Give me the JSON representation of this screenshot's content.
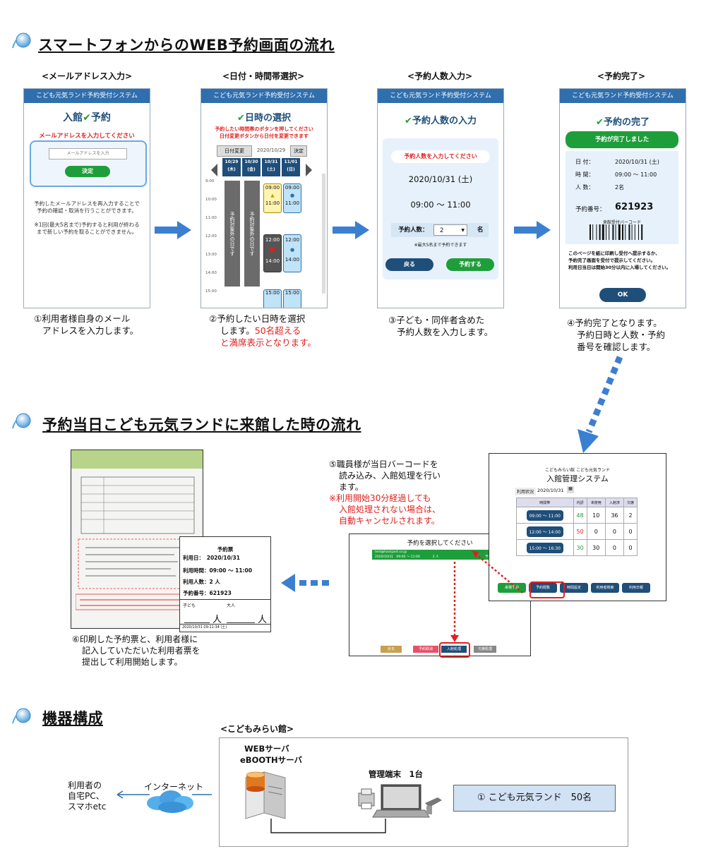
{
  "sections": {
    "s1": "スマートフォンからのWEB予約画面の流れ",
    "s2": "予約当日こども元気ランドに来館した時の流れ",
    "s3": "機器構成"
  },
  "steps": [
    {
      "head": "<メールアドレス入力>",
      "cap1": "①利用者様自身のメール",
      "cap2": "アドレスを入力します。"
    },
    {
      "head": "<日付・時間帯選択>",
      "cap1": "②予約したい日時を選択",
      "cap2": "します。",
      "cap2red": "50名超える",
      "cap3red": "と満席表示となります。"
    },
    {
      "head": "<予約人数入力>",
      "cap1": "③子ども・同伴者含めた",
      "cap2": "予約人数を入力します。"
    },
    {
      "head": "<予約完了>",
      "cap1": "④予約完了となります。",
      "cap2": "予約日時と人数・予約",
      "cap3": "番号を確認します。"
    }
  ],
  "phone_bar": "こども元気ランド予約受付システム",
  "p1": {
    "title": "入館",
    "title2": "予約",
    "prompt": "メールアドレスを入力してください",
    "placeholder": "メールアドレスを入力",
    "btn": "決定",
    "note1": "予約したメールアドレスを再入力することで",
    "note2": "予約の確認・取消を行うことができます。",
    "note3": "※1回(最大5名まで)予約すると利用が終わる",
    "note4": "まで新しい予約を取ることができません。"
  },
  "p2": {
    "title": "日時の選択",
    "red1": "予約したい時間帯のボタンを押してください",
    "red2": "日付変更ボタンから日付を変更できます",
    "date_btn": "日付変更",
    "date": "2020/10/29",
    "ok": "決定",
    "days": [
      "10/29\n(木)",
      "10/30\n(金)",
      "10/31\n(土)",
      "11/01\n(日)"
    ],
    "times": [
      "9:00",
      "10:00",
      "11:00",
      "12:00",
      "13:00",
      "14:00",
      "15:00"
    ],
    "closed": "予約対象外の日です",
    "slot_a": "09:00",
    "slot_b": "11:00",
    "slot_c": "12:00",
    "slot_d": "14:00",
    "slot_e": "15:00"
  },
  "p3": {
    "title": "予約人数の入力",
    "prompt": "予約人数を入力してください",
    "date": "2020/10/31 (土)",
    "time": "09:00 ～ 11:00",
    "label": "予約人数：",
    "value": "2",
    "unit": "名",
    "note": "※最大5名まで予約できます",
    "back": "戻る",
    "submit": "予約する"
  },
  "p4": {
    "title": "予約の完了",
    "done": "予約が完了しました",
    "rows": [
      {
        "k": "日 付：",
        "v": "2020/10/31 (土)"
      },
      {
        "k": "時 間：",
        "v": "09:00 ～ 11:00"
      },
      {
        "k": "人 数：",
        "v": "2名"
      }
    ],
    "num_label": "予約番号：",
    "num": "621923",
    "barcode_label": "来館受付バーコード",
    "note1": "このページを紙に印刷し受付へ提示するか、",
    "note2": "予約完了画面を受付で提示してください。",
    "note3": "利用日当日は開始30分以内に入場してください。",
    "ok": "OK"
  },
  "flow2": {
    "c5_1": "⑤職員様が当日バーコードを",
    "c5_2": "読み込み、入館処理を行い",
    "c5_3": "ます。",
    "c5_r1": "※利用開始30分経過しても",
    "c5_r2": "入館処理されない場合は、",
    "c5_r3": "自動キャンセルされます。",
    "c6_1": "⑥印刷した予約票と、利用者様に",
    "c6_2": "記入していただいた利用者票を",
    "c6_3": "提出して利用開始します。"
  },
  "ticket": {
    "title": "予約票",
    "date": "利用日：　2020/10/31",
    "time": "利用時間：09:00 ～ 11:00",
    "people": "利用人数：2 人",
    "num": "予約番号：621923",
    "child": "子ども",
    "adult": "大人",
    "unit": "人",
    "foot": "2020/10/31 09:11:34 (土)"
  },
  "mgmt": {
    "org": "こどもみらい館 こども元気ランド",
    "title": "入館管理システム",
    "status_label": "利用状況",
    "date": "2020/10/31",
    "head": [
      "時間帯",
      "内訳",
      "未使用",
      "入館済",
      "欠席"
    ],
    "rows": [
      {
        "t": "09:00 ～ 11:00",
        "n": "48",
        "a": "10",
        "b": "36",
        "c": "2",
        "color": "#1e9e3a"
      },
      {
        "t": "12:00 ～ 14:00",
        "n": "50",
        "a": "0",
        "b": "0",
        "c": "0",
        "color": "#e02020"
      },
      {
        "t": "15:00 ～ 16:30",
        "n": "30",
        "a": "30",
        "b": "0",
        "c": "0",
        "color": "#1e9e3a"
      }
    ],
    "buttons": [
      "来場予約",
      "予約閲覧",
      "時間設定",
      "利用者検索",
      "利用日報"
    ]
  },
  "scan": {
    "prompt": "予約を選択してください",
    "row1": "test@hackport.co.jp",
    "row2": "2020/10/31　09:00 ～ 11:00　　　　2 人",
    "row3": "予約済み",
    "b1": "戻る",
    "b2": "予約取消",
    "b3": "入館処理",
    "b4": "欠席処理"
  },
  "equip": {
    "site": "<こどもみらい館>",
    "server1": "WEBサーバ",
    "server2": "eBOOTHサーバ",
    "terminal": "管理端末　1台",
    "facility": "① こども元気ランド　50名",
    "internet": "インターネット",
    "user1": "利用者の",
    "user2": "自宅PC、",
    "user3": "スマホetc"
  }
}
